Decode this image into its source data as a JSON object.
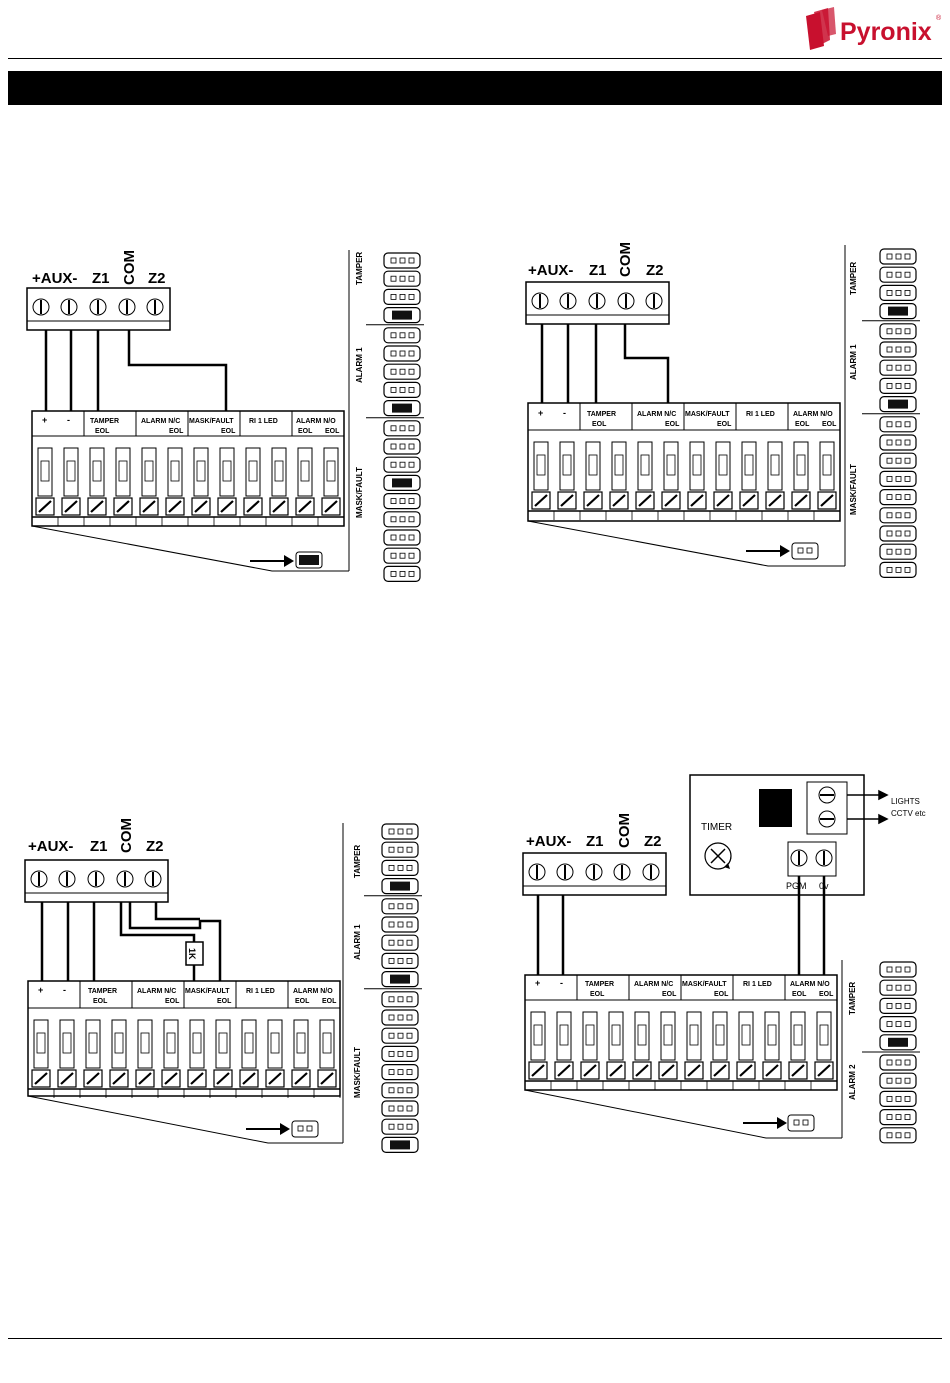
{
  "brand": {
    "name": "Pyronix",
    "registered_mark": "®",
    "color": "#c8102e"
  },
  "title_bar": {
    "text": "",
    "color": "#000000"
  },
  "panel": {
    "plus_aux_minus": "+AUX-",
    "z1": "Z1",
    "com": "COM",
    "z2": "Z2"
  },
  "detector_terminals": {
    "plus": "+",
    "minus": "-",
    "tamper": "TAMPER",
    "tamper_eol": "EOL",
    "alarm_nc": "ALARM N/C",
    "alarm_nc_eol": "EOL",
    "mask_fault": "MASK/FAULT",
    "mask_fault_eol": "EOL",
    "ri_led": "RI 1 LED",
    "alarm_no": "ALARM N/O",
    "alarm_no_eol1": "EOL",
    "alarm_no_eol2": "EOL"
  },
  "dip_labels": {
    "tamper": "TAMPER",
    "alarm1": "ALARM 1",
    "alarm2": "ALARM 2",
    "mask_fault": "MASK/FAULT"
  },
  "resistor": {
    "value": "1K"
  },
  "timer_module": {
    "timer": "TIMER",
    "pgm": "PGM",
    "zero_v": "0v",
    "lights": "LIGHTS",
    "cctv": "CCTV etc"
  },
  "diagrams": [
    {
      "id": "d1",
      "dip_groups": [
        {
          "label": "TAMPER",
          "rows": 4,
          "filled": 4
        },
        {
          "label": "ALARM 1",
          "rows": 5,
          "filled": 5
        },
        {
          "label": "MASK/FAULT",
          "rows": 9,
          "filled": 4
        }
      ],
      "link_filled": true
    },
    {
      "id": "d2",
      "dip_groups": [
        {
          "label": "TAMPER",
          "rows": 4,
          "filled": 4
        },
        {
          "label": "ALARM 1",
          "rows": 5,
          "filled": 5
        },
        {
          "label": "MASK/FAULT",
          "rows": 9,
          "filled": 0
        }
      ],
      "link_filled": false
    },
    {
      "id": "d3",
      "dip_groups": [
        {
          "label": "TAMPER",
          "rows": 4,
          "filled": 4
        },
        {
          "label": "ALARM 1",
          "rows": 5,
          "filled": 5
        },
        {
          "label": "MASK/FAULT",
          "rows": 9,
          "filled": 9
        }
      ],
      "link_filled": false
    },
    {
      "id": "d4",
      "dip_groups": [
        {
          "label": "TAMPER",
          "rows": 5,
          "filled": 5
        },
        {
          "label": "ALARM 2",
          "rows": 5,
          "filled": 0
        }
      ],
      "link_filled": false
    }
  ]
}
